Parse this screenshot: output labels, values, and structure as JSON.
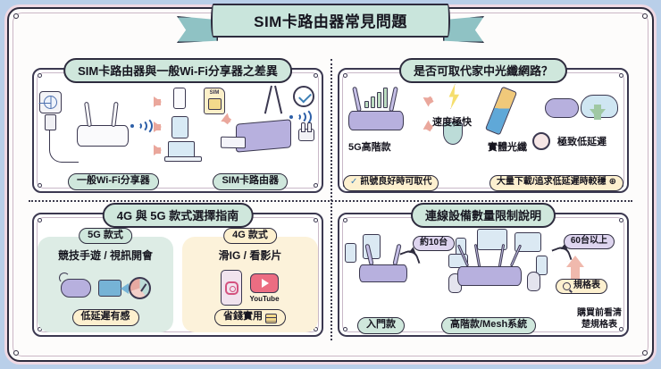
{
  "banner": {
    "title": "SIM卡路由器常見問題"
  },
  "colors": {
    "page_bg": "#b9cfe9",
    "card_bg": "#fdfcfb",
    "mint": "#cfe7dc",
    "cream": "#fdf0cf",
    "lavender": "#ded5ef",
    "ink": "#2e2c3e",
    "purple_device": "#b7b0de"
  },
  "panels": [
    {
      "id": "difference",
      "title": "SIM卡路由器與一般Wi-Fi分享器之差異",
      "left_label": "一般Wi-Fi分享器",
      "right_label": "SIM卡路由器",
      "icons": [
        "globe-icon",
        "usb-cable-icon",
        "wifi-router-icon",
        "wifi-signal-icon",
        "arrow-icon",
        "smartphone-icon",
        "tablet-icon",
        "laptop-icon",
        "sim-card-icon",
        "cell-tower-icon",
        "sim-router-icon",
        "power-plug-icon",
        "check-circle-icon"
      ]
    },
    {
      "id": "fiber",
      "title": "是否可取代家中光纖網路？",
      "captions": {
        "speed": "速度極快",
        "router_5g": "5G高階款",
        "fiber_cable": "實體光纖",
        "latency": "極致低延遲"
      },
      "footers": [
        {
          "icon": "check-icon",
          "text": "訊號良好時可取代",
          "icon_pos": "left"
        },
        {
          "icon": "plus-circle-icon",
          "text": "大量下載/追求低延遲時較穩",
          "icon_pos": "right"
        }
      ],
      "icons": [
        "router-5g-icon",
        "signal-bars-icon",
        "lightning-bolt-icon",
        "shield-icon",
        "fiber-optic-icon",
        "gamepad-icon",
        "cloud-download-icon",
        "stopwatch-icon"
      ]
    },
    {
      "id": "guide",
      "title": "4G 與 5G 款式選擇指南",
      "cards": [
        {
          "id": "5g",
          "pill": "5G 款式",
          "subtitle": "競技手遊 / 視訊開會",
          "footer": "低延遲有感",
          "icons": [
            "gamepad-icon",
            "video-camera-icon",
            "speed-gauge-icon"
          ]
        },
        {
          "id": "4g",
          "pill": "4G 款式",
          "subtitle": "滑IG / 看影片",
          "footer": "省錢實用",
          "footer_icon": "coins-icon",
          "icons": [
            "instagram-phone-icon",
            "youtube-icon"
          ],
          "youtube_label": "YouTube"
        }
      ]
    },
    {
      "id": "devices",
      "title": "連線設備數量限制說明",
      "badges": {
        "entry_count": "約10台",
        "high_count": "60台以上"
      },
      "labels": {
        "entry": "入門款",
        "mesh": "高階款/Mesh系統"
      },
      "spec_pill": "規格表",
      "spec_note": "購買前看清\n楚規格表",
      "icons": [
        "smartphone-icon",
        "tablet-icon",
        "laptop-icon",
        "monitor-icon",
        "smart-speaker-icon",
        "router-icon",
        "mesh-router-icon",
        "magnifier-icon",
        "up-arrow-icon",
        "curved-arrow-icon"
      ]
    }
  ]
}
